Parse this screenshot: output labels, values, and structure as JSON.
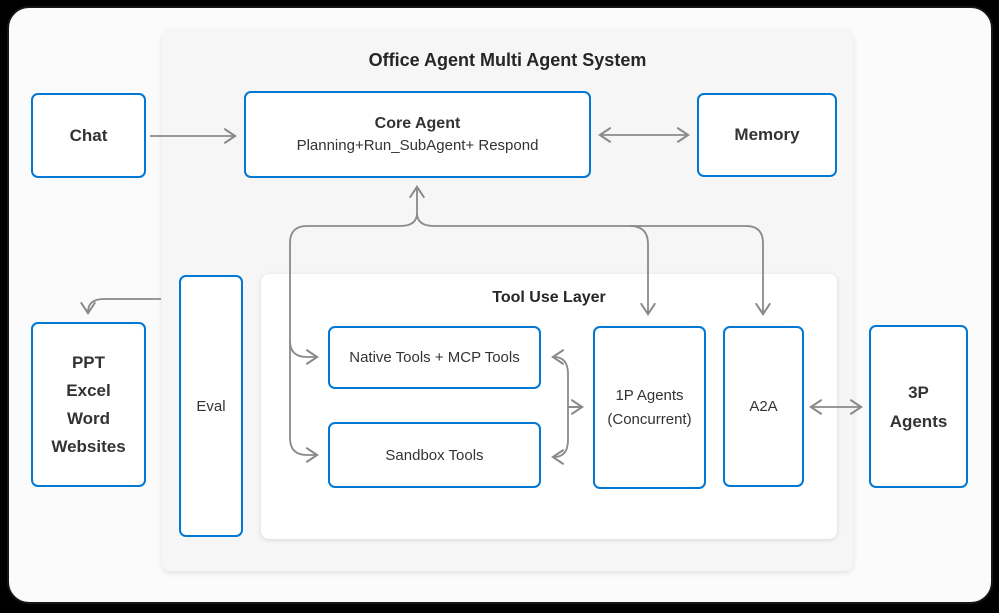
{
  "colors": {
    "node_border_blue": "#0078d4",
    "arrow_gray": "#8a8a8a",
    "text_dark": "#333333",
    "card_background": "#fbfbfb",
    "main_panel_background": "#f6f6f7",
    "tool_panel_background": "#ffffff",
    "frame_black": "#161616"
  },
  "main_panel": {
    "title": "Office Agent Multi Agent System"
  },
  "tool_layer": {
    "title": "Tool Use Layer"
  },
  "nodes": {
    "chat": {
      "label": "Chat"
    },
    "core_agent": {
      "title": "Core Agent",
      "subtitle": "Planning+Run_SubAgent+ Respond"
    },
    "memory": {
      "label": "Memory"
    },
    "office_surfaces": {
      "lines": [
        "PPT",
        "Excel",
        "Word",
        "Websites"
      ]
    },
    "eval": {
      "label": "Eval"
    },
    "native_tools": {
      "label": "Native Tools + MCP Tools"
    },
    "sandbox_tools": {
      "label": "Sandbox Tools"
    },
    "first_party_agents": {
      "lines": [
        "1P Agents",
        "(Concurrent)"
      ]
    },
    "a2a": {
      "label": "A2A"
    },
    "third_party_agents": {
      "lines": [
        "3P",
        "Agents"
      ]
    }
  }
}
